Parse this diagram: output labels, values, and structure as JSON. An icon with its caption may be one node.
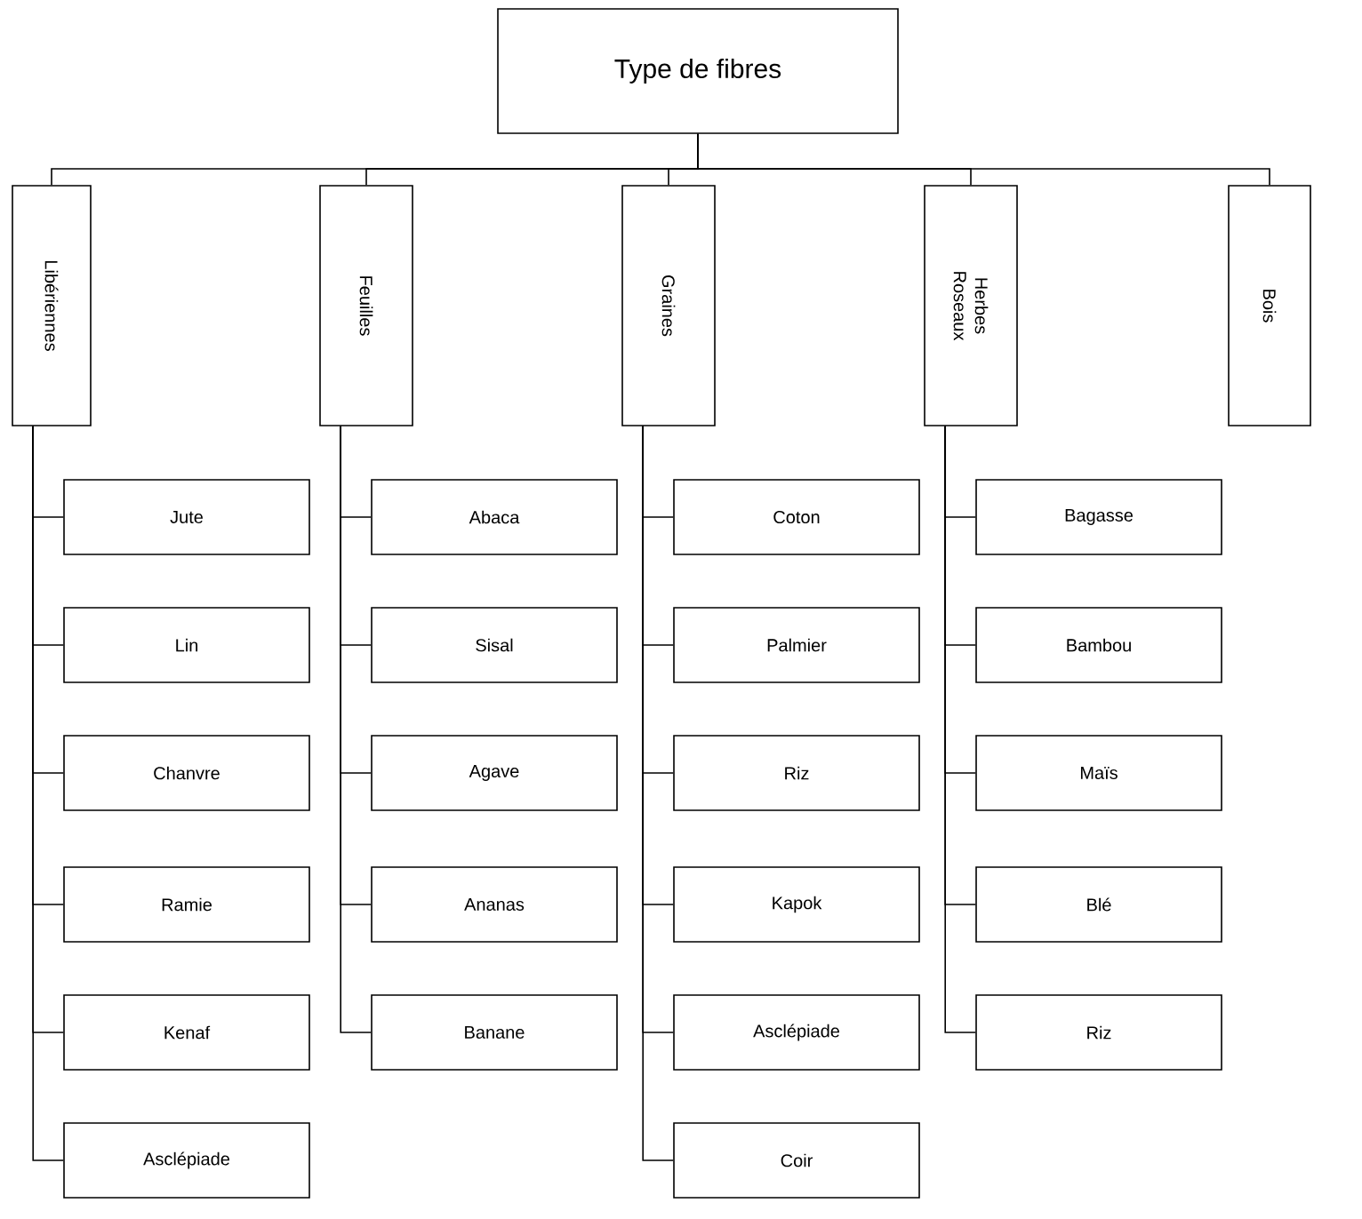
{
  "diagram": {
    "nodes": [
      {
        "text": [
          "Type de fibres"
        ]
      },
      {
        "text": [
          "Libériennes"
        ]
      },
      {
        "text": [
          "Feuilles"
        ]
      },
      {
        "text": [
          "Graines"
        ]
      },
      {
        "text": [
          "Herbes Roseaux"
        ]
      },
      {
        "text": [
          "Bois"
        ]
      },
      {
        "text": [
          "Jute"
        ]
      },
      {
        "text": [
          "Lin"
        ]
      },
      {
        "text": [
          "Chanvre"
        ]
      },
      {
        "text": [
          "Ramie"
        ]
      },
      {
        "text": [
          "Kenaf"
        ]
      },
      {
        "text": [
          "Asclépiade"
        ]
      },
      {
        "text": [
          "Abaca"
        ]
      },
      {
        "text": [
          "Sisal"
        ]
      },
      {
        "text": [
          "Agave"
        ]
      },
      {
        "text": [
          "Ananas"
        ]
      },
      {
        "text": [
          "Banane"
        ]
      },
      {
        "text": [
          "Coton"
        ]
      },
      {
        "text": [
          "Palmier"
        ]
      },
      {
        "text": [
          "Riz"
        ]
      },
      {
        "text": [
          "Kapok"
        ]
      },
      {
        "text": [
          "Asclépiade"
        ]
      },
      {
        "text": [
          "Coir"
        ]
      },
      {
        "text": [
          "Bagasse"
        ]
      },
      {
        "text": [
          "Bambou"
        ]
      },
      {
        "text": [
          "Maïs"
        ]
      },
      {
        "text": [
          "Blé"
        ]
      },
      {
        "text": [
          "Riz"
        ]
      }
    ],
    "edges": [
      {
        "from": 0,
        "to": 1,
        "arrow": "none"
      },
      {
        "from": 0,
        "to": 2,
        "arrow": "none"
      },
      {
        "from": 0,
        "to": 3,
        "arrow": "none"
      },
      {
        "from": 0,
        "to": 4,
        "arrow": "none"
      },
      {
        "from": 0,
        "to": 5,
        "arrow": "none"
      },
      {
        "from": 1,
        "to": 6,
        "arrow": "none"
      },
      {
        "from": 1,
        "to": 7,
        "arrow": "none"
      },
      {
        "from": 1,
        "to": 8,
        "arrow": "none"
      },
      {
        "from": 1,
        "to": 9,
        "arrow": "none"
      },
      {
        "from": 1,
        "to": 10,
        "arrow": "none"
      },
      {
        "from": 1,
        "to": 11,
        "arrow": "none"
      },
      {
        "from": 2,
        "to": 12,
        "arrow": "none"
      },
      {
        "from": 2,
        "to": 13,
        "arrow": "none"
      },
      {
        "from": 2,
        "to": 14,
        "arrow": "none"
      },
      {
        "from": 2,
        "to": 15,
        "arrow": "none"
      },
      {
        "from": 2,
        "to": 16,
        "arrow": "none"
      },
      {
        "from": 3,
        "to": 17,
        "arrow": "none"
      },
      {
        "from": 3,
        "to": 18,
        "arrow": "none"
      },
      {
        "from": 3,
        "to": 19,
        "arrow": "none"
      },
      {
        "from": 3,
        "to": 20,
        "arrow": "none"
      },
      {
        "from": 3,
        "to": 21,
        "arrow": "none"
      },
      {
        "from": 3,
        "to": 22,
        "arrow": "none"
      },
      {
        "from": 4,
        "to": 23,
        "arrow": "none"
      },
      {
        "from": 4,
        "to": 24,
        "arrow": "none"
      },
      {
        "from": 4,
        "to": 25,
        "arrow": "none"
      },
      {
        "from": 4,
        "to": 26,
        "arrow": "none"
      },
      {
        "from": 4,
        "to": 27,
        "arrow": "none"
      }
    ]
  }
}
